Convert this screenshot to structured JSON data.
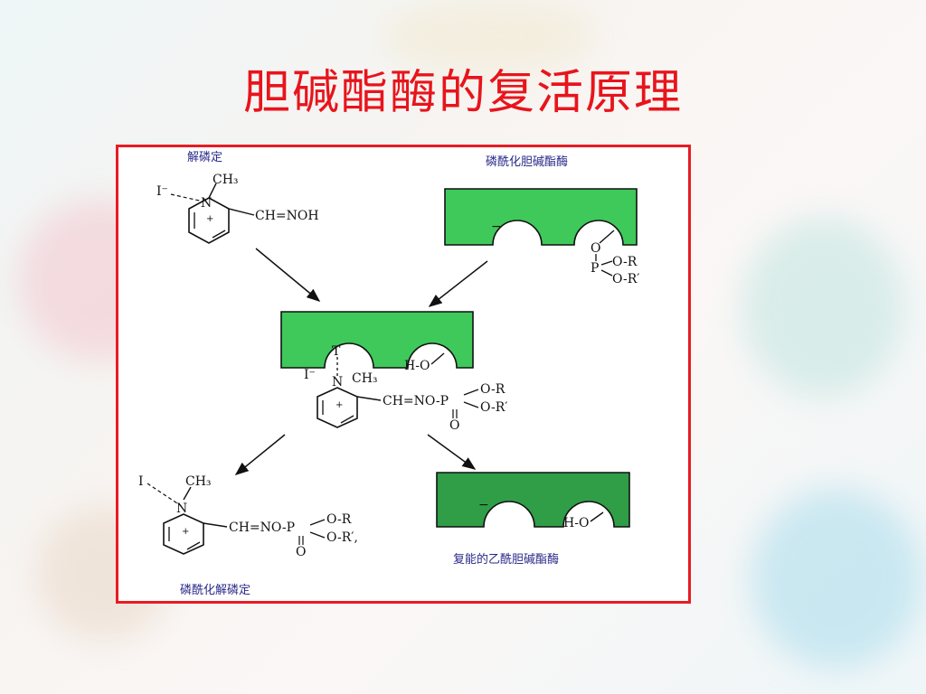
{
  "slide": {
    "title": "胆碱酯酶的复活原理"
  },
  "diagram": {
    "labels": {
      "pam": "解磷定",
      "phosphorylated_enzyme": "磷酰化胆碱酯酶",
      "reactivated_enzyme": "复能的乙酰胆碱酯酶",
      "phosphorylated_pam": "磷酰化解磷定"
    },
    "chem": {
      "I": "I",
      "I_minus": "I⁻",
      "N": "N",
      "plus": "+",
      "CH3": "CH₃",
      "oxime": "CH=NOH",
      "chain": "CH=NO-P",
      "O": "O",
      "P": "P",
      "OR": "O-R",
      "ORprime": "O-R′",
      "ORprime_comma": "O-R′,",
      "HO": "H-O",
      "minus": "−",
      "T": "T"
    },
    "colors": {
      "enzyme_green": "#3ec95a",
      "enzyme_dark_green": "#2f9e46",
      "frame_red": "#e81b23",
      "title_red": "#e8141c",
      "label_blue": "#2a2a8a"
    }
  }
}
